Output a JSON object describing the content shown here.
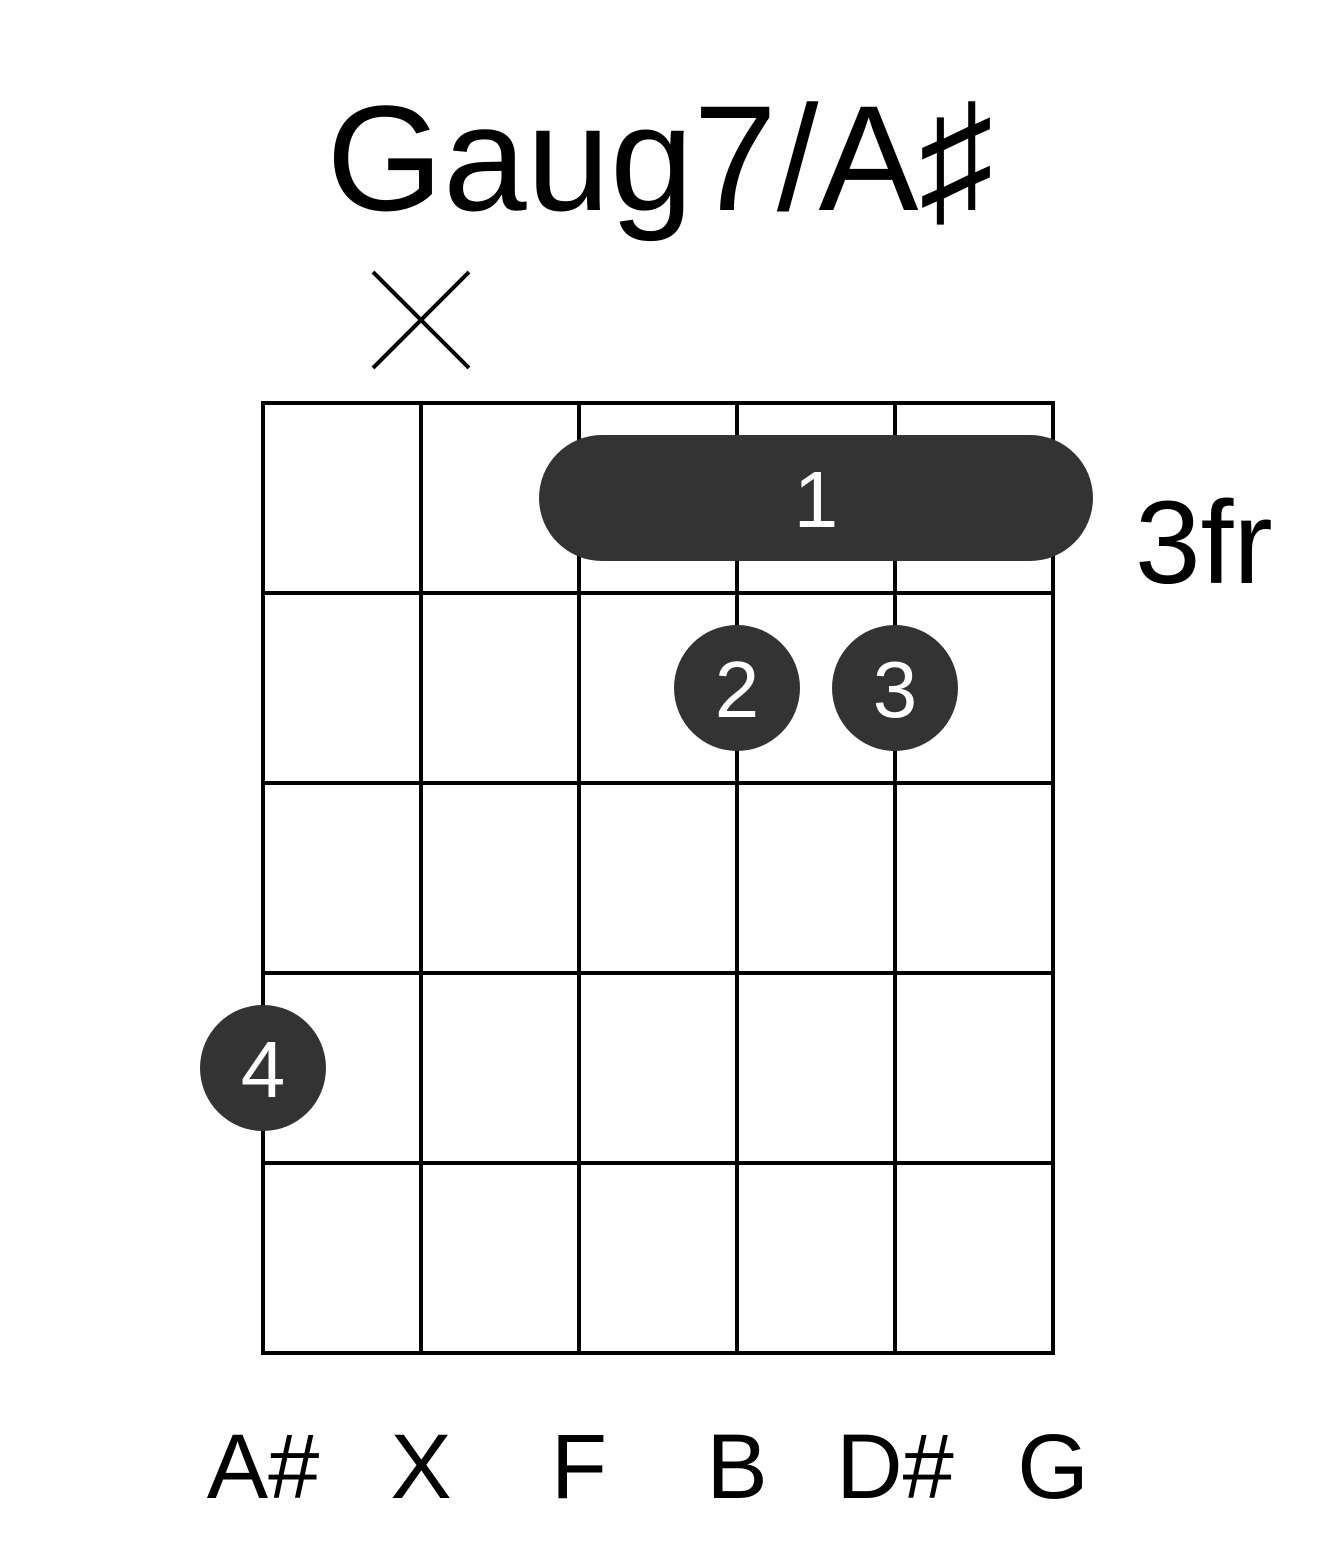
{
  "chord": {
    "name": "Gaug7/A♯",
    "base_fret_label": "3fr",
    "strings": [
      "A#",
      "X",
      "F",
      "B",
      "D#",
      "G"
    ],
    "muted_strings": [
      2
    ],
    "frets_shown": 5,
    "barre": {
      "fret": 1,
      "from_string": 3,
      "to_string": 6,
      "finger": "1"
    },
    "fingers": [
      {
        "string": 4,
        "fret": 2,
        "finger": "2"
      },
      {
        "string": 5,
        "fret": 2,
        "finger": "3"
      },
      {
        "string": 1,
        "fret": 4,
        "finger": "4"
      }
    ],
    "colors": {
      "grid": "#000000",
      "dot": "#333333",
      "dot_text": "#ffffff"
    }
  }
}
